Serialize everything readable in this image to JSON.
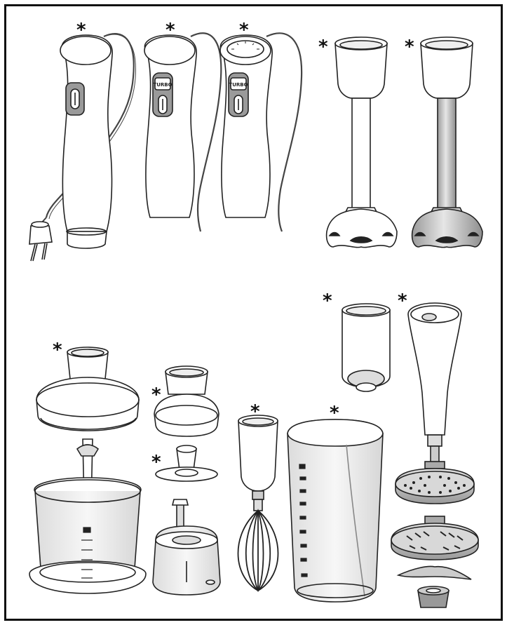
{
  "figure": {
    "optional_mark": "*",
    "button_label": "TURBO",
    "colors": {
      "outline": "#222222",
      "body_fill": "#ffffff",
      "button_gray": "#9a9a9a",
      "metal": "#c8c8c8",
      "metal_dark": "#8c8c8c",
      "bowl_fill": "#f0f0f0",
      "cord": "#444444"
    },
    "components": [
      {
        "name": "motor-unit-basic",
        "optional": true
      },
      {
        "name": "motor-unit-turbo",
        "optional": true
      },
      {
        "name": "motor-unit-turbo-speed-control",
        "optional": true
      },
      {
        "name": "blending-shaft-plastic",
        "optional": true
      },
      {
        "name": "blending-shaft-stainless",
        "optional": true
      },
      {
        "name": "chopper-large",
        "optional": true
      },
      {
        "name": "chopper-small",
        "optional": true
      },
      {
        "name": "whisk",
        "optional": true
      },
      {
        "name": "beaker",
        "optional": true
      },
      {
        "name": "coupling-mini",
        "optional": true
      },
      {
        "name": "mashing-attachment",
        "optional": true
      }
    ]
  }
}
